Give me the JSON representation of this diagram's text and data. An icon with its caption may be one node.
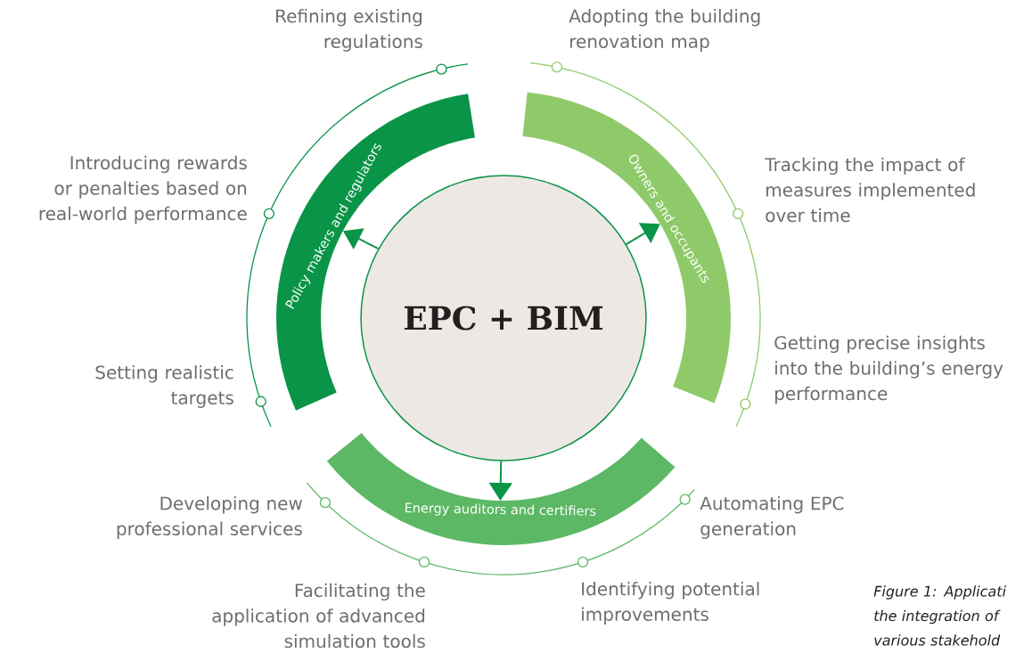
{
  "diagram": {
    "caption": "Figure 1: Applicati the integration of various stakehold",
    "nodes": [
      {
        "text": [
          "EPC + BIM"
        ]
      },
      {
        "text": [
          "Policy makers and regulators"
        ]
      },
      {
        "text": [
          "Owners and occupants"
        ]
      },
      {
        "text": [
          "Energy auditors and certifiers"
        ]
      }
    ],
    "edges": [
      {
        "from": 0,
        "to": 1,
        "arrow": "to"
      },
      {
        "from": 0,
        "to": 2,
        "arrow": "to"
      },
      {
        "from": 0,
        "to": 3,
        "arrow": "to"
      }
    ],
    "labels": [
      "Refining existing regulations",
      "Adopting the building renovation map",
      "Introducing rewards or penalties based on real-world performance",
      "Tracking the impact of measures implemented over time",
      "Getting precise insights into the building’s energy performance",
      "Setting realistic targets",
      "Developing new professional services",
      "Automating EPC generation",
      "Facilitating the application of advanced simulation tools",
      "Identifying potential improvements"
    ]
  }
}
